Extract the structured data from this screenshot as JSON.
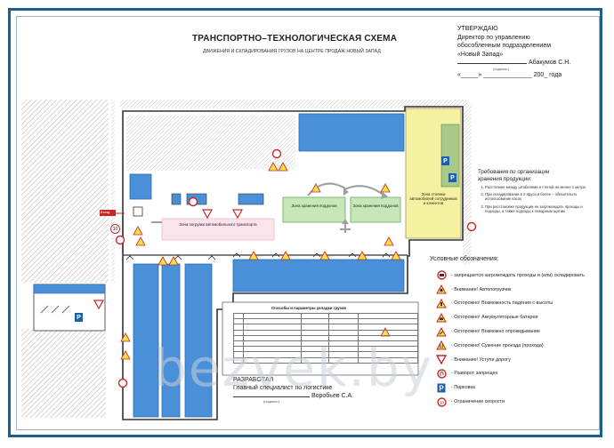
{
  "header": {
    "title": "ТРАНСПОРТНО–ТЕХНОЛОГИЧЕСКАЯ СХЕМА",
    "subtitle": "ДВИЖЕНИЯ И СКЛАДИРОВАНИЯ ГРУЗОВ НА ЦЕНТРЕ ПРОДАЖ НОВЫЙ ЗАПАД"
  },
  "approval": {
    "line1": "УТВЕРЖДАЮ",
    "line2": "Директор по управлению",
    "line3": "обособленным подразделением",
    "line4": "«Новый Запад»",
    "signature_hint": "(подпись)",
    "name": "Абакумов С.Н.",
    "date_line": "«_____» ______________ 200_ года"
  },
  "requirements": {
    "title_line1": "Требования по организации",
    "title_line2": "хранения продукции:",
    "items": [
      "Расстояние между штабелями и стеной не менее 1 метра",
      "При складировании в 3 яруса и более – обязательно использование касок",
      "При расстановке продукции не загромождать проезды и подходы, а также подходы к пожарным щитам"
    ]
  },
  "legend": {
    "title": "Условные обозначения:",
    "items": [
      {
        "icon": "no-storage-icon",
        "text": "- запрещается загромождать проходы и (или) складировать"
      },
      {
        "icon": "forklift-warning-icon",
        "text": "- Внимание! Автопогрузчик"
      },
      {
        "icon": "falling-load-icon",
        "text": "- Осторожно! Возможность падения с высоты"
      },
      {
        "icon": "battery-warning-icon",
        "text": "- Осторожно! Аккумуляторные батареи"
      },
      {
        "icon": "tipping-warning-icon",
        "text": "- Осторожно! Возможно опрокидывание"
      },
      {
        "icon": "narrowing-warning-icon",
        "text": "- Осторожно! Сужение проезда (прохода)"
      },
      {
        "icon": "yield-icon",
        "text": "- Внимание! Уступи дорогу"
      },
      {
        "icon": "no-u-turn-icon",
        "text": "- Разворот запрещен"
      },
      {
        "icon": "parking-icon",
        "text": "- Парковка"
      },
      {
        "icon": "speed-limit-icon",
        "text": "- Ограничение скорости"
      }
    ]
  },
  "zones": {
    "loading": "Зона погрузки автомобильного транспорта",
    "storage1": "Зона хранения поддонов",
    "storage2": "Зона хранения поддонов",
    "parking": "Зона стоянки автомобилей сотрудников и клиентов",
    "entry_label": "Въезд",
    "speed_value": "10",
    "parking_letter": "P"
  },
  "table": {
    "title": "Способы и параметры укладки грузов"
  },
  "developer": {
    "line1": "РАЗРАБОТАЛ",
    "line2": "Главный специалист по логистике",
    "signature_hint": "(подпись)",
    "name": "Воробьев С.А."
  },
  "watermark": "bezvek.by",
  "colors": {
    "frame": "#1e5f8f",
    "storage_blue": "#4a90d9",
    "zone_green": "#c6e8b8",
    "parking_yellow": "#f4f2a0",
    "loading_pink": "#fbe3ec",
    "hatch": "#b8b8b8"
  }
}
